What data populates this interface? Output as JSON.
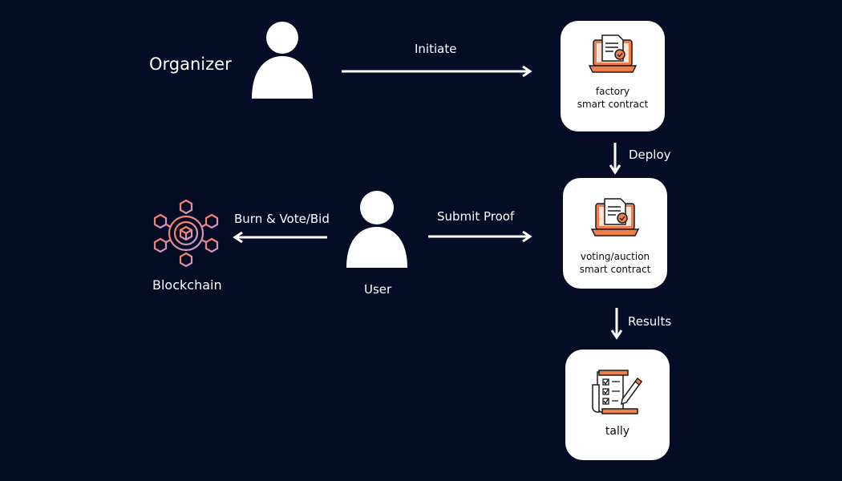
{
  "actors": {
    "organizer": "Organizer",
    "user": "User",
    "blockchain": "Blockchain"
  },
  "edges": {
    "initiate": "Initiate",
    "deploy": "Deploy",
    "submit_proof": "Submit Proof",
    "burn_vote_bid": "Burn & Vote/Bid",
    "results": "Results"
  },
  "nodes": {
    "factory": {
      "line1": "factory",
      "line2": "smart contract",
      "icon": "contract-laptop-icon"
    },
    "voting": {
      "line1": "voting/auction",
      "line2": "smart contract",
      "icon": "contract-laptop-icon"
    },
    "tally": {
      "line1": "tally",
      "icon": "checklist-pencil-icon"
    }
  },
  "colors": {
    "background": "#050d26",
    "accent": "#f07e4c",
    "card": "#ffffff",
    "text": "#ffffff"
  }
}
